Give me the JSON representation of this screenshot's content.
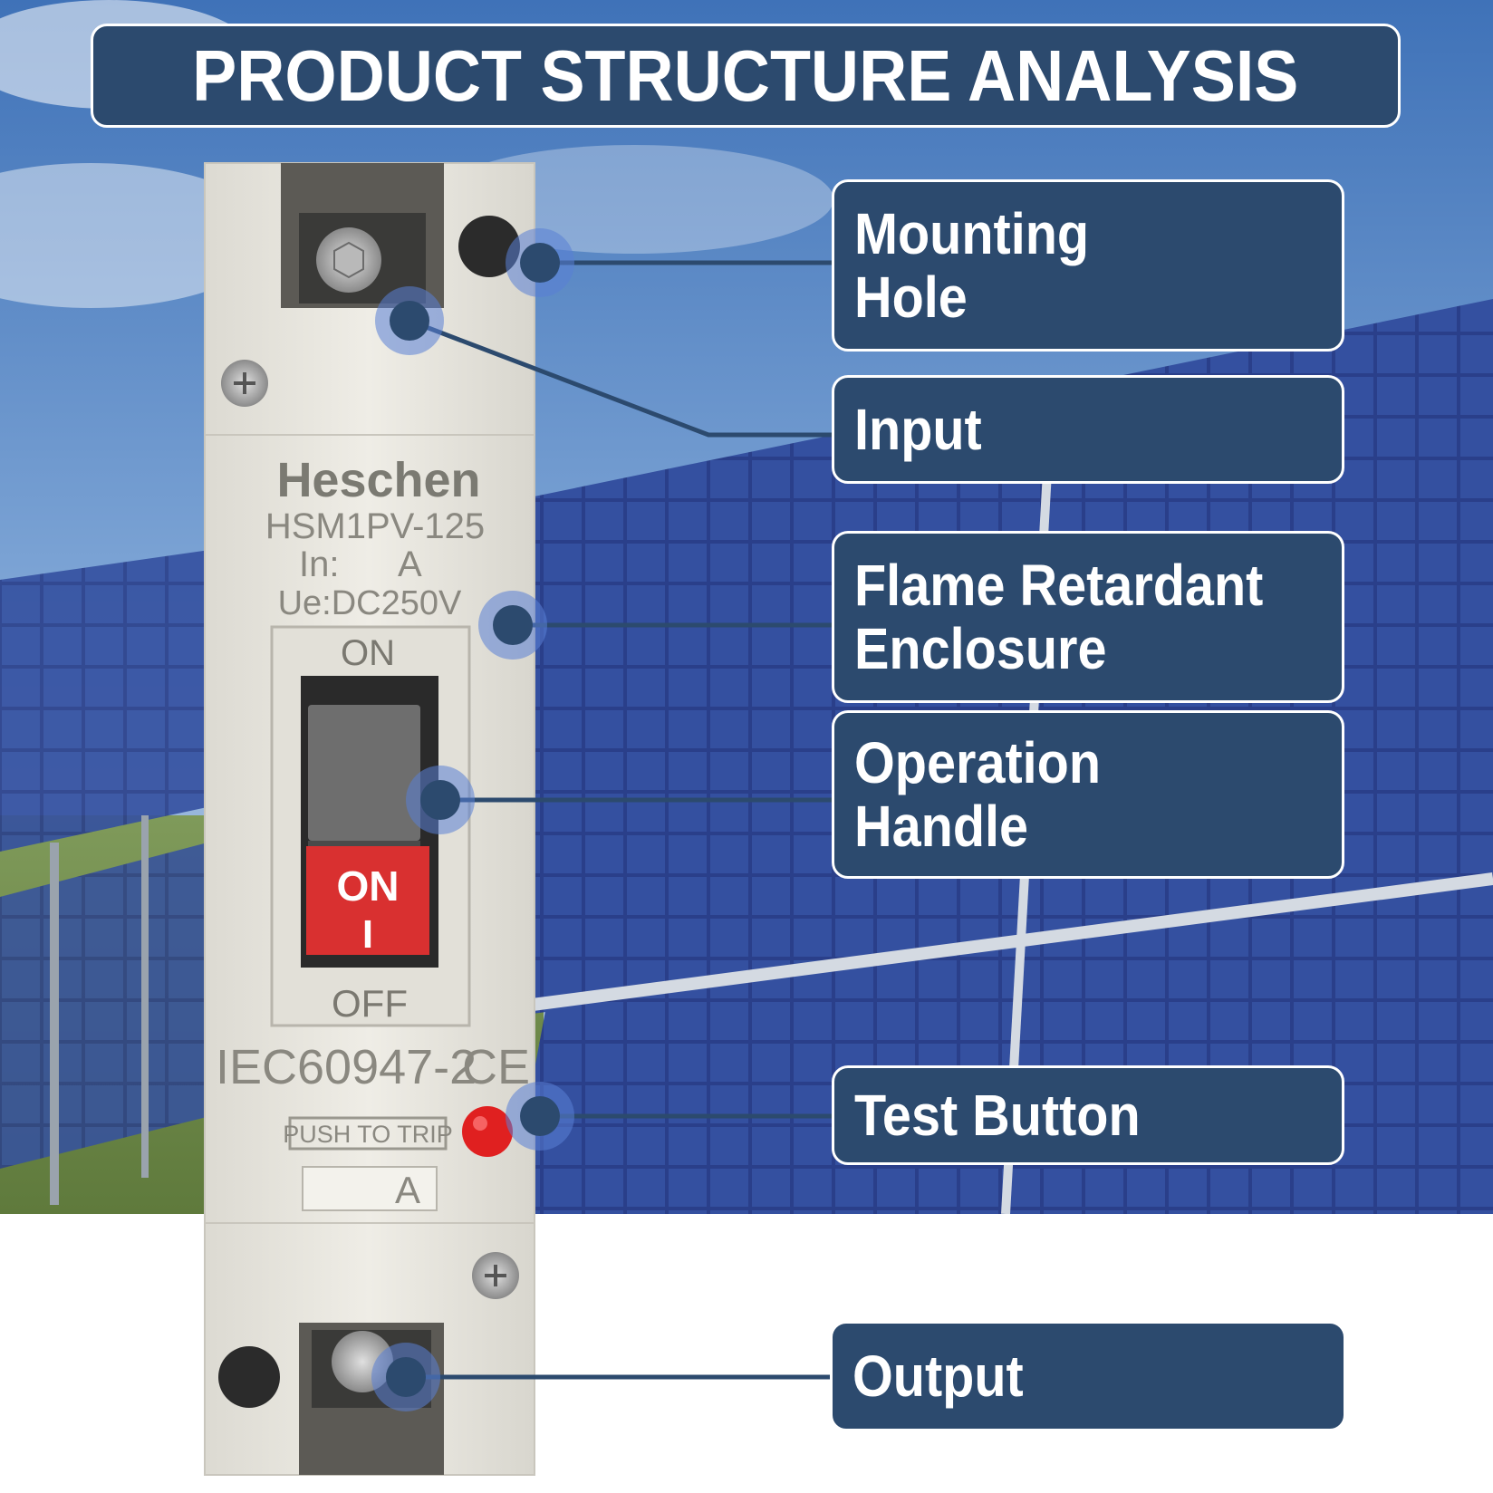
{
  "title": "PRODUCT STRUCTURE ANALYSIS",
  "labels": [
    {
      "id": "mounting-hole",
      "text": "Mounting\nHole"
    },
    {
      "id": "input",
      "text": "Input"
    },
    {
      "id": "flame-retardant-enclosure",
      "text": "Flame Retardant\nEnclosure"
    },
    {
      "id": "operation-handle",
      "text": "Operation\nHandle"
    },
    {
      "id": "test-button",
      "text": "Test Button"
    },
    {
      "id": "output",
      "text": "Output"
    }
  ],
  "device": {
    "brand": "Heschen",
    "model": "HSM1PV-125",
    "current": "In:      A",
    "voltage": "Ue:DC250V",
    "switch_top": "ON",
    "switch_bottom": "OFF",
    "handle_on": "ON",
    "handle_symbol": "I",
    "standard": "IEC60947-2",
    "ce_mark": "CE",
    "trip_label": "PUSH TO TRIP",
    "rating_window": "A"
  },
  "colors": {
    "panel_navy": "#2c4a6e",
    "connector_line": "#2c4a6e",
    "marker_ring": "#5a7fd6",
    "handle_red": "#d93030",
    "test_button_red": "#e02020",
    "housing": "#e8e6df"
  }
}
